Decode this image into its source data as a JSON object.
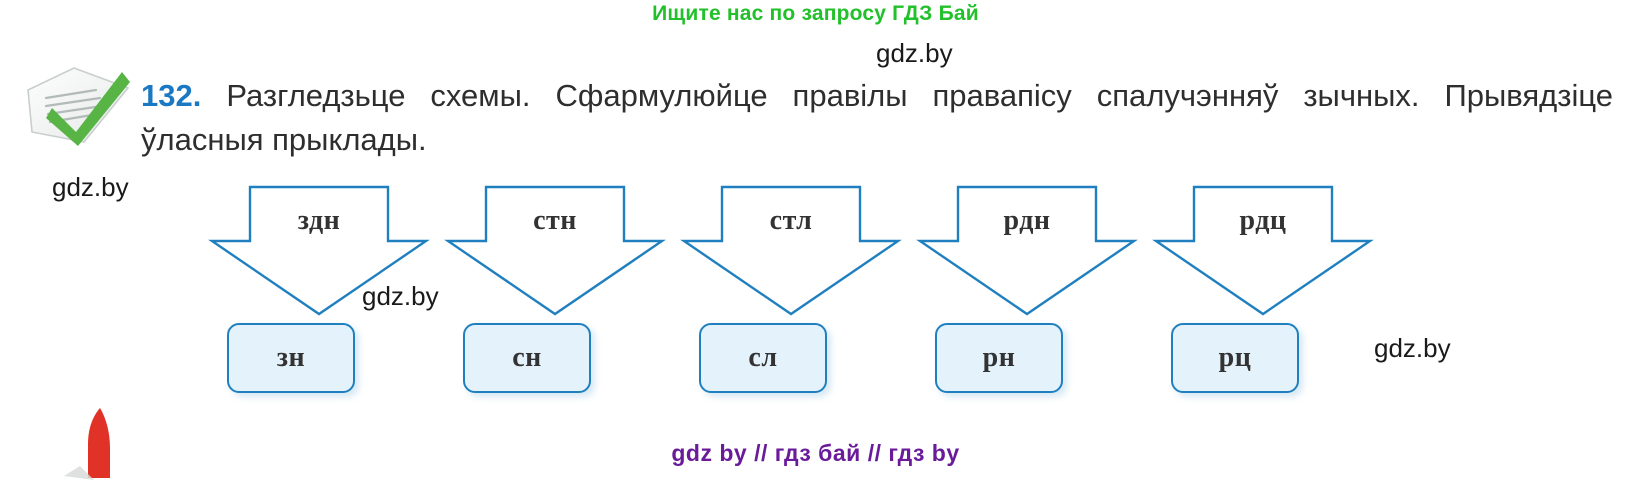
{
  "promo": {
    "text": "Ищите нас по запросу ГДЗ Бай",
    "color": "#22c02a"
  },
  "watermarks": {
    "top": "gdz.by",
    "left": "gdz.by",
    "middle": "gdz.by",
    "right": "gdz.by"
  },
  "footer": {
    "text": "gdz by  //  гдз бай  //  гдз by",
    "color": "#6a1b9a"
  },
  "exercise": {
    "number": "132.",
    "number_color": "#1b79c4",
    "text": "Разгледзьце схемы. Сфармулюйце правілы правапісу спалучэнняў зыч­ных. Прывядзіце ўласныя прыклады.",
    "icon": "document-check-icon"
  },
  "schema": {
    "accent_color": "#2080bf",
    "box_fill": "#e4f2fb",
    "items": [
      {
        "source": "здн",
        "result": "зн"
      },
      {
        "source": "стн",
        "result": "сн"
      },
      {
        "source": "стл",
        "result": "сл"
      },
      {
        "source": "рдн",
        "result": "рн"
      },
      {
        "source": "рдц",
        "result": "рц"
      }
    ]
  },
  "corner_mark": {
    "name": "red-ribbon-mark",
    "color": "#e03226"
  }
}
